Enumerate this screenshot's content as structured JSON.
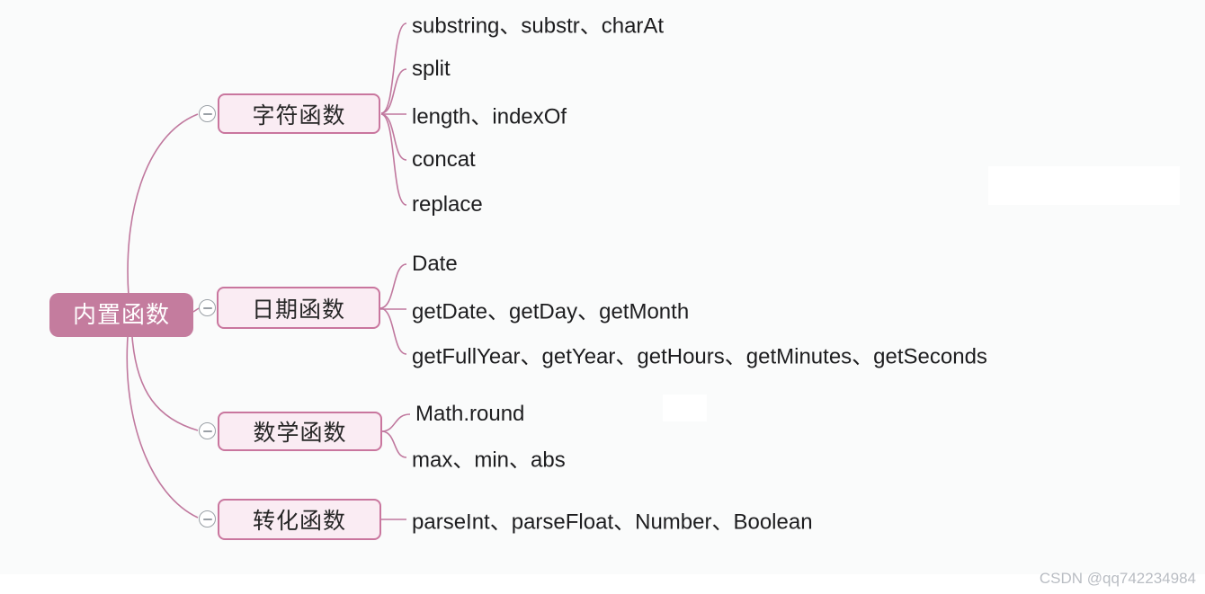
{
  "watermark": "CSDN @qq742234984",
  "colors": {
    "background": "#fafbfb",
    "root_fill": "#c47c9e",
    "root_text": "#ffffff",
    "branch_fill": "#faecf3",
    "branch_border": "#c9769e",
    "connector_line": "#c0789e",
    "leaf_text": "#1d1d1f",
    "collapse_icon_gray": "#9aa0a6",
    "watermark_text": "#b9bdc3"
  },
  "icons": {
    "collapse": "circle-minus"
  },
  "mindmap": {
    "root": {
      "label": "内置函数"
    },
    "branches": [
      {
        "label": "字符函数",
        "children": [
          "substring、substr、charAt",
          "split",
          "length、indexOf",
          "concat",
          "replace"
        ]
      },
      {
        "label": "日期函数",
        "children": [
          "Date",
          "getDate、getDay、getMonth",
          "getFullYear、getYear、getHours、getMinutes、getSeconds"
        ]
      },
      {
        "label": "数学函数",
        "children": [
          "Math.round",
          "max、min、abs"
        ]
      },
      {
        "label": "转化函数",
        "children": [
          "parseInt、parseFloat、Number、Boolean"
        ]
      }
    ]
  }
}
